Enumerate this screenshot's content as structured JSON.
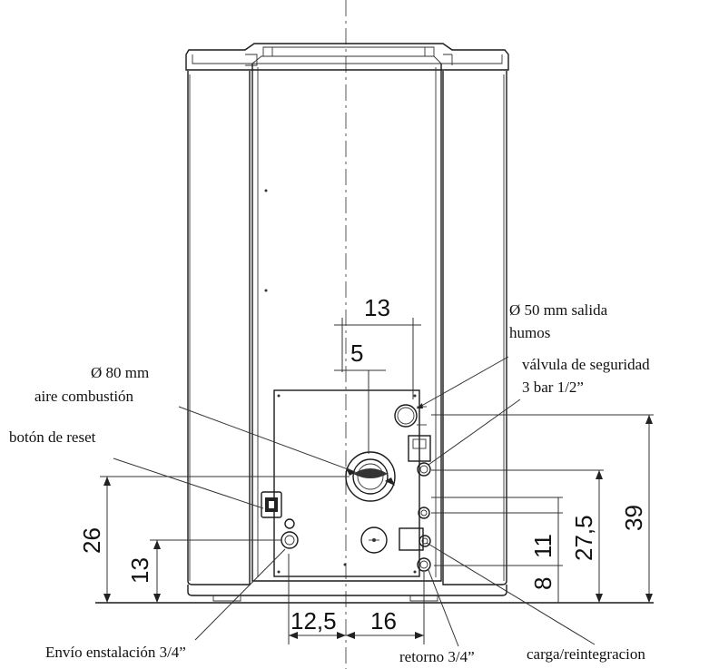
{
  "labels": {
    "flue_outlet_line1": "Ø 50 mm salida",
    "flue_outlet_line2": "humos",
    "air_intake_line1": "Ø 80 mm",
    "air_intake_line2": "aire combustión",
    "safety_valve_line1": "válvula de seguridad",
    "safety_valve_line2": "3 bar 1/2”",
    "reset_button": "botón de reset",
    "supply_outlet": "Envío enstalación 3/4”",
    "return_inlet": "retorno 3/4”",
    "fill_refill": "carga/reintegracion"
  },
  "dimensions": {
    "flue_offset": "13",
    "air_offset": "5",
    "reset_height": "26",
    "supply_height": "13",
    "supply_to_center": "12,5",
    "center_to_return": "16",
    "return_height": "8",
    "fill_height": "11",
    "air_height": "27,5",
    "flue_height": "39"
  }
}
